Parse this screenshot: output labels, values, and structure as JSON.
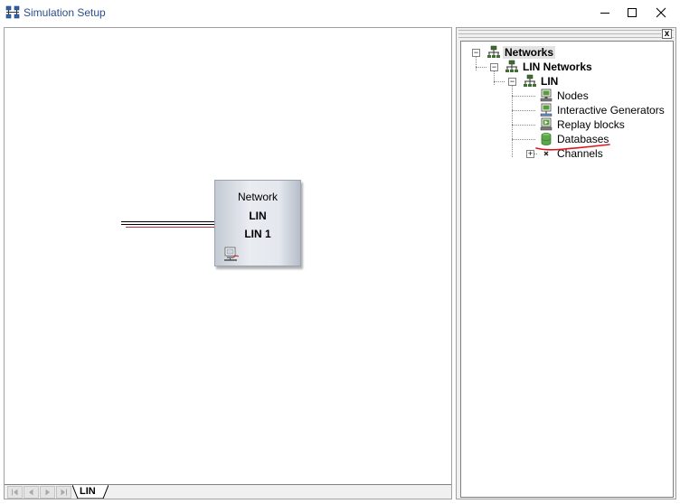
{
  "window": {
    "title": "Simulation Setup",
    "minimize_glyph": "—",
    "maximize_glyph": "☐",
    "close_glyph": "✕"
  },
  "canvas": {
    "block": {
      "type": "Network",
      "protocol": "LIN",
      "name": "LIN 1"
    },
    "tabs": [
      {
        "label": "LIN"
      }
    ]
  },
  "tree": {
    "panel_close_glyph": "x",
    "root": {
      "label": "Networks",
      "expanded": true,
      "icon": "network-icon"
    },
    "group": {
      "label": "LIN Networks",
      "expanded": true,
      "icon": "network-icon"
    },
    "network": {
      "label": "LIN",
      "expanded": true,
      "icon": "network-icon"
    },
    "nodes": {
      "label": "Nodes",
      "icon": "node-icon"
    },
    "interactive_generators": {
      "label": "Interactive Generators",
      "icon": "generator-icon"
    },
    "replay_blocks": {
      "label": "Replay blocks",
      "icon": "replay-icon"
    },
    "databases": {
      "label": "Databases",
      "icon": "database-icon"
    },
    "channels": {
      "label": "Channels",
      "expanded": false,
      "icon": "channel-icon"
    }
  },
  "colors": {
    "title_text": "#2b4e8c",
    "annotation_underline": "#e0141c",
    "bus_red": "#b0303c"
  }
}
